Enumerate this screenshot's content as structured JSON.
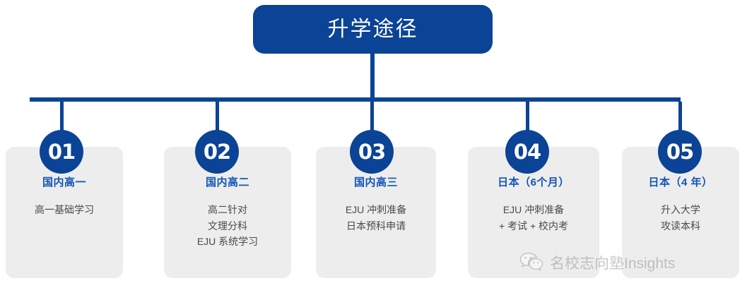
{
  "diagram": {
    "title": "升学途径",
    "title_color": "#0b4396",
    "card_bg_color": "#ededed",
    "heading_color": "#1155b8",
    "body_color": "#4a4a48",
    "steps": [
      {
        "number": "01",
        "heading": "国内高一",
        "body_lines": [
          "高一基础学习"
        ]
      },
      {
        "number": "02",
        "heading": "国内高二",
        "body_lines": [
          "高二针对",
          "文理分科",
          "EJU 系统学习"
        ]
      },
      {
        "number": "03",
        "heading": "国内高三",
        "body_lines": [
          "EJU 冲刺准备",
          "日本预科申请"
        ]
      },
      {
        "number": "04",
        "heading": "日本（6个月）",
        "body_lines": [
          "EJU 冲刺准备",
          "+ 考试 + 校内考"
        ]
      },
      {
        "number": "05",
        "heading": "日本（4 年）",
        "body_lines": [
          "升入大学",
          "攻读本科"
        ]
      }
    ]
  },
  "watermark": {
    "icon": "wechat-icon",
    "text": "名校志向塾Insights"
  }
}
